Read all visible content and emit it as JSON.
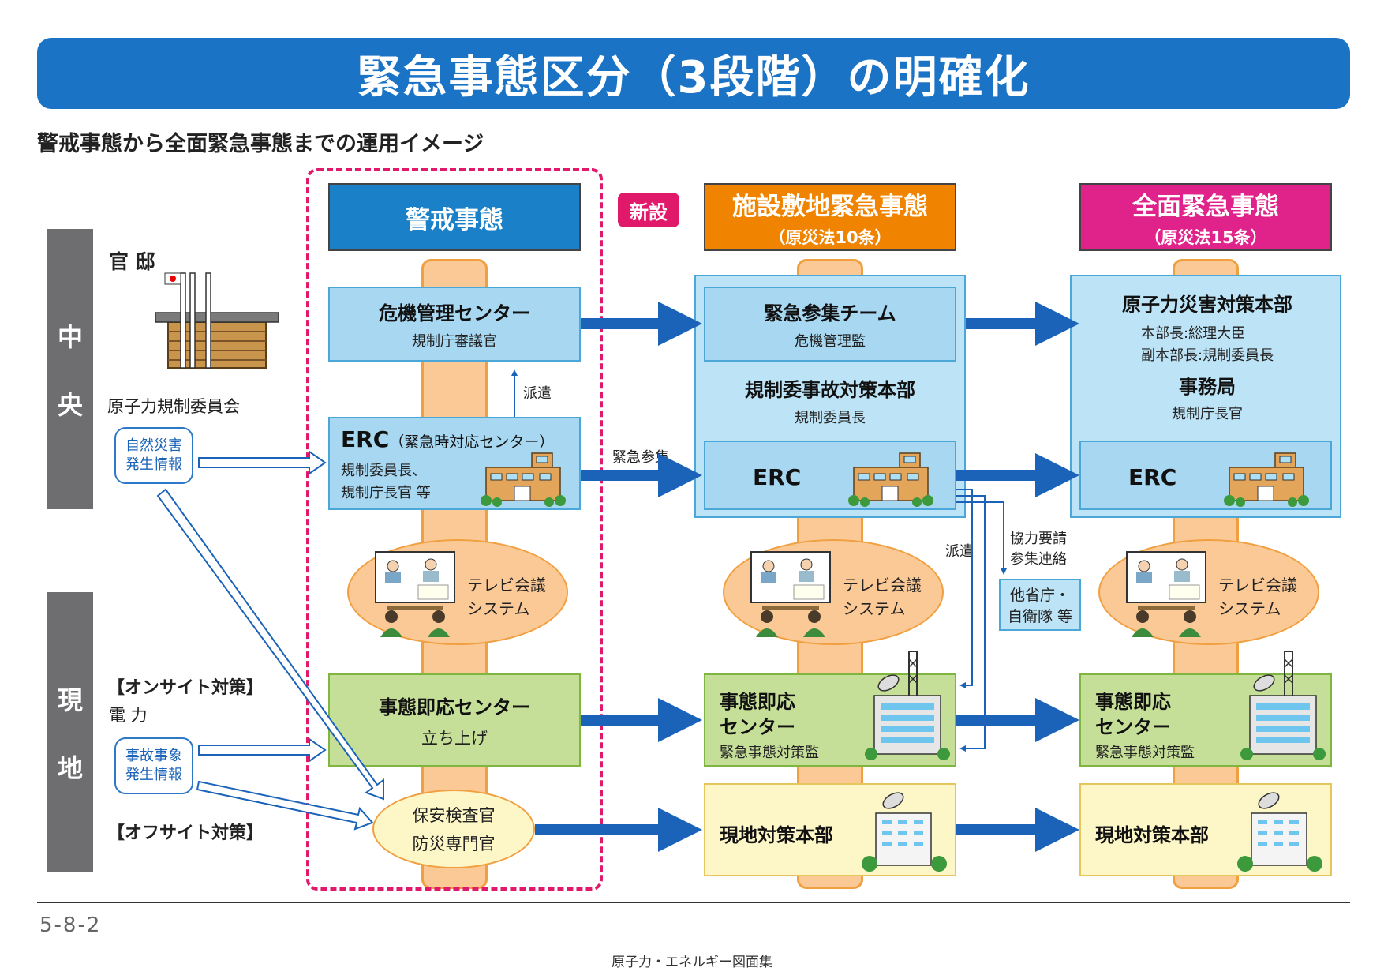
{
  "title": "緊急事態区分（3段階）の明確化",
  "subtitle": "警戒事態から全面緊急事態までの運用イメージ",
  "side": {
    "central": [
      "中",
      "央"
    ],
    "field": [
      "現",
      "地"
    ]
  },
  "left": {
    "kantei": "官 邸",
    "nra": "原子力規制委員会",
    "natural_disaster": [
      "自然災害",
      "発生情報"
    ],
    "onsite": "【オンサイト対策】",
    "power": "電 力",
    "accident": [
      "事故事象",
      "発生情報"
    ],
    "offsite": "【オフサイト対策】"
  },
  "phases": {
    "alert": {
      "title": "警戒事態",
      "badge": "新設"
    },
    "site_area": {
      "title": "施設敷地緊急事態",
      "sub": "（原災法10条）"
    },
    "general": {
      "title": "全面緊急事態",
      "sub": "（原災法15条）"
    }
  },
  "col1": {
    "crisis_center": {
      "title": "危機管理センター",
      "sub": "規制庁審議官"
    },
    "dispatch": "派遣",
    "erc": {
      "title": "ERC",
      "title_paren": "（緊急時対応センター）",
      "line1": "規制委員長、",
      "line2": "規制庁長官 等"
    },
    "tv": [
      "テレビ会議",
      "システム"
    ],
    "response_center": {
      "title": "事態即応センター",
      "sub": "立ち上げ"
    },
    "inspector": [
      "保安検査官",
      "防災専門官"
    ]
  },
  "col2": {
    "team": {
      "title": "緊急参集チーム",
      "sub": "危機管理監"
    },
    "hq": {
      "title": "規制委事故対策本部",
      "sub": "規制委員長"
    },
    "erc": "ERC",
    "emergency_gather": "緊急参集",
    "tv": [
      "テレビ会議",
      "システム"
    ],
    "response_center": {
      "title": [
        "事態即応",
        "センター"
      ],
      "sub": "緊急事態対策監"
    },
    "local_hq": "現地対策本部",
    "dispatch": "派遣",
    "cooperation": [
      "協力要請",
      "参集連絡"
    ],
    "other_agencies": [
      "他省庁・",
      "自衛隊 等"
    ]
  },
  "col3": {
    "hq": {
      "title": "原子力災害対策本部",
      "line1": "本部長:総理大臣",
      "line2": "副本部長:規制委員長"
    },
    "office": {
      "title": "事務局",
      "sub": "規制庁長官"
    },
    "erc": "ERC",
    "tv": [
      "テレビ会議",
      "システム"
    ],
    "response_center": {
      "title": [
        "事態即応",
        "センター"
      ],
      "sub": "緊急事態対策監"
    },
    "local_hq": "現地対策本部"
  },
  "footer": {
    "page": "5-8-2",
    "source": "原子力・エネルギー図面集"
  },
  "colors": {
    "title": "#1a73c4",
    "alert": "#1a73c4",
    "site_area": "#f08400",
    "general": "#e0196b",
    "arrow": "#1a63b8"
  }
}
